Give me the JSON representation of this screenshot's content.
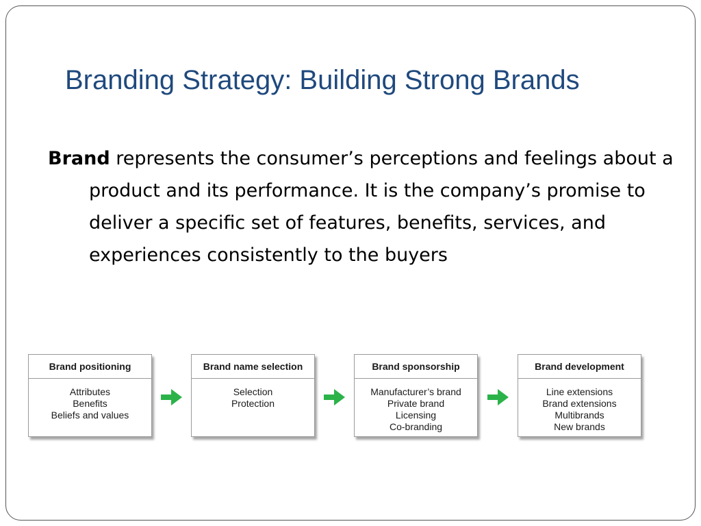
{
  "slide": {
    "title": "Branding Strategy: Building Strong Brands",
    "definition": {
      "term": "Brand",
      "text": " represents the consumer’s perceptions and feelings about a product and its performance. It is the company’s promise to deliver a specific set of features, benefits, services, and experiences consistently to the buyers"
    }
  },
  "diagram": {
    "arrow_color": "#2bb34a",
    "steps": [
      {
        "heading": "Brand positioning",
        "items": [
          "Attributes",
          "Benefits",
          "Beliefs and values"
        ]
      },
      {
        "heading": "Brand name selection",
        "items": [
          "Selection",
          "Protection"
        ]
      },
      {
        "heading": "Brand sponsorship",
        "items": [
          "Manufacturer’s brand",
          "Private brand",
          "Licensing",
          "Co-branding"
        ]
      },
      {
        "heading": "Brand development",
        "items": [
          "Line extensions",
          "Brand extensions",
          "Multibrands",
          "New brands"
        ]
      }
    ]
  }
}
